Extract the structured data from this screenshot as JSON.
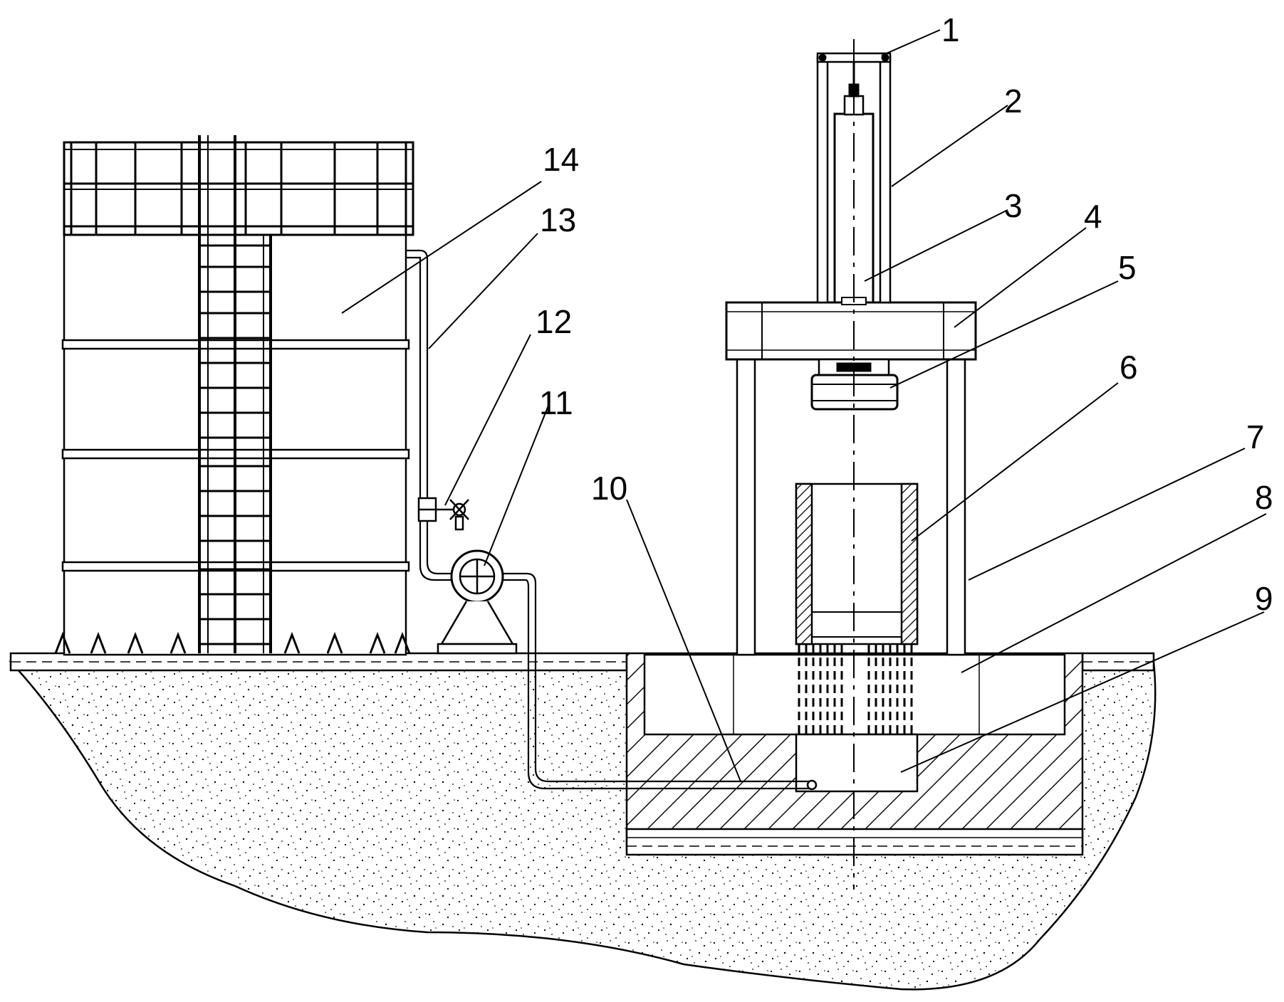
{
  "diagram": {
    "callouts": [
      {
        "number": "1",
        "target": "top-crossbeam"
      },
      {
        "number": "2",
        "target": "guide-column-upper"
      },
      {
        "number": "3",
        "target": "hydraulic-cylinder"
      },
      {
        "number": "4",
        "target": "crosshead-beam"
      },
      {
        "number": "5",
        "target": "press-head"
      },
      {
        "number": "6",
        "target": "mold-sleeve"
      },
      {
        "number": "7",
        "target": "frame-column"
      },
      {
        "number": "8",
        "target": "base-platform"
      },
      {
        "number": "9",
        "target": "underground-chamber"
      },
      {
        "number": "10",
        "target": "drain-pipe-outlet"
      },
      {
        "number": "11",
        "target": "water-pump"
      },
      {
        "number": "12",
        "target": "valve"
      },
      {
        "number": "13",
        "target": "supply-pipe"
      },
      {
        "number": "14",
        "target": "water-tank"
      }
    ]
  }
}
